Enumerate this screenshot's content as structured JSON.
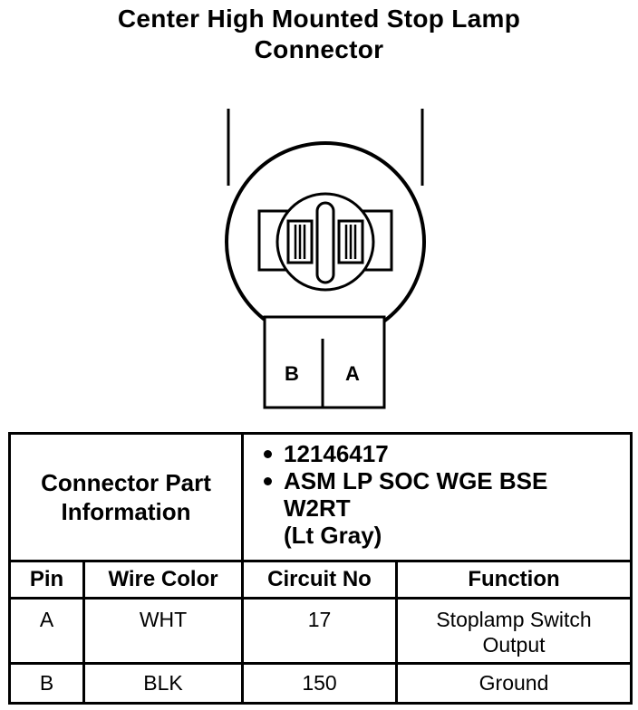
{
  "title": {
    "line1": "Center High Mounted Stop Lamp",
    "line2": "Connector"
  },
  "connector": {
    "pin_labels": [
      "B",
      "A"
    ]
  },
  "table": {
    "part_label": {
      "line1": "Connector Part",
      "line2": "Information"
    },
    "part_info": {
      "part_number": "12146417",
      "description_line1": "ASM LP SOC WGE BSE",
      "description_line2": "W2RT",
      "description_line3": "(Lt Gray)"
    },
    "headers": [
      "Pin",
      "Wire Color",
      "Circuit No",
      "Function"
    ],
    "rows": [
      {
        "pin": "A",
        "wire_color": "WHT",
        "circuit": "17",
        "function_line1": "Stoplamp Switch",
        "function_line2": "Output"
      },
      {
        "pin": "B",
        "wire_color": "BLK",
        "circuit": "150",
        "function_line1": "Ground",
        "function_line2": ""
      }
    ]
  }
}
